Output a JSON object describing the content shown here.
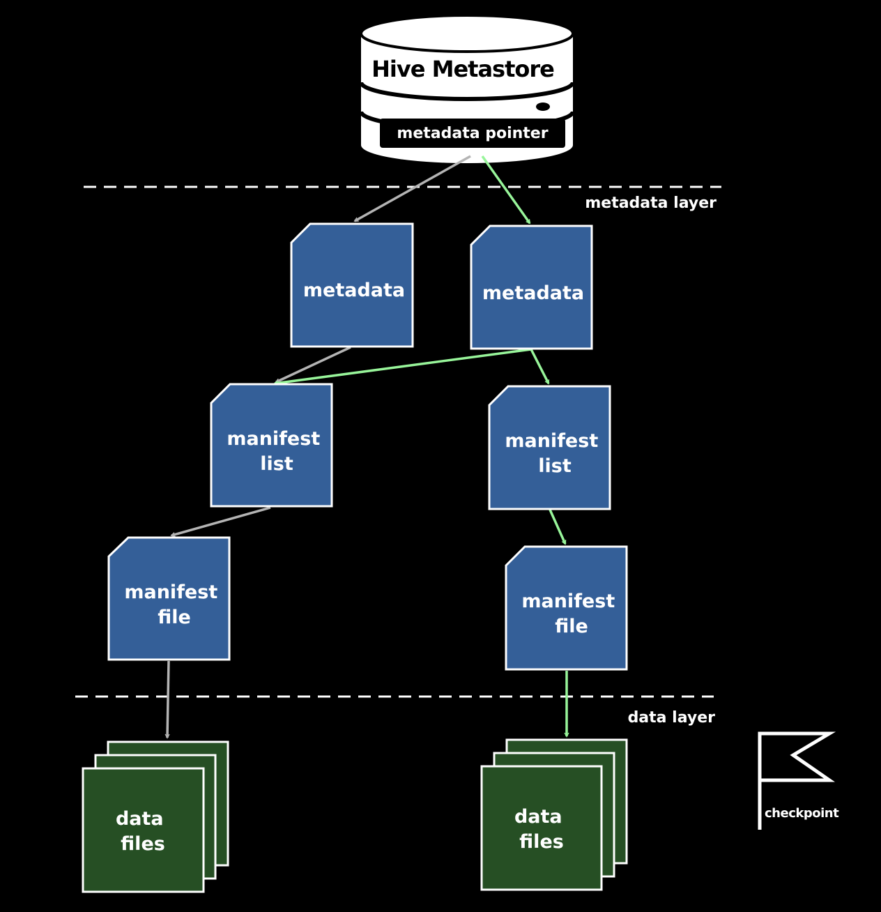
{
  "colors": {
    "background": "#000000",
    "metadata_box": "#345f98",
    "data_box": "#264f24",
    "box_border": "#ffffff",
    "arrow_old": "#b4b4b4",
    "arrow_current": "#98f59a",
    "divider": "#ffffff"
  },
  "catalog": {
    "title": "Hive Metastore",
    "pointer": "metadata pointer",
    "icon": "database-cylinder-icon"
  },
  "layers": {
    "metadata": "metadata layer",
    "data": "data layer"
  },
  "old_snapshot": {
    "metadata": [
      "metadata"
    ],
    "manifest_list": [
      "manifest",
      "list"
    ],
    "manifest_file": [
      "manifest",
      "file"
    ],
    "data_files": [
      "data",
      "files"
    ]
  },
  "current_snapshot": {
    "metadata": [
      "metadata"
    ],
    "manifest_list": [
      "manifest",
      "list"
    ],
    "manifest_file": [
      "manifest",
      "file"
    ],
    "data_files": [
      "data",
      "files"
    ]
  },
  "legend": {
    "checkpoint": "checkpoint",
    "icon": "flag-icon"
  }
}
